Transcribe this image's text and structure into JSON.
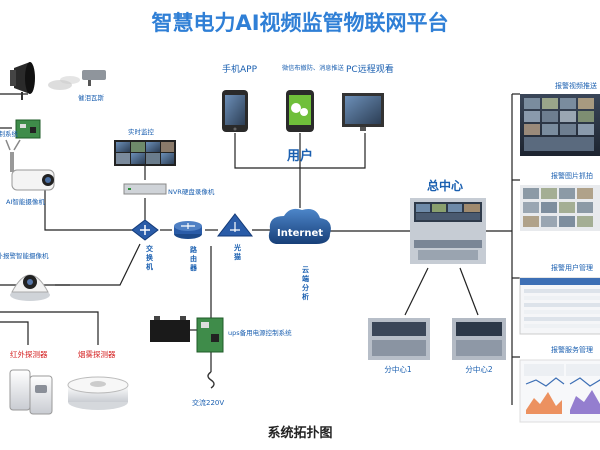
{
  "title": "智慧电力AI视频监管物联网平台",
  "caption": "系统拓扑图",
  "left_devices": {
    "alarm": "催泪瓦斯",
    "control_system": "控制系统",
    "ai_camera": "AI智能摄像机",
    "ir_camera": "红外报警智能摄像机",
    "ir_detector": "红外探测器",
    "smoke_detector": "烟雾探测器"
  },
  "network": {
    "realtime": "实时监控",
    "nvr": "NVR硬盘录像机",
    "switch": "交换机",
    "router": "路由器",
    "optical": "光猫",
    "ups": "ups备用电源控制系统",
    "ac": "交流220V",
    "cloud": "Internet",
    "cloud_label": "云端分析"
  },
  "user": {
    "label": "用户",
    "phone": "手机APP",
    "wechat": "微信布撤防、消息推送",
    "pc": "PC远程观看"
  },
  "centers": {
    "main": "总中心",
    "sub1": "分中心1",
    "sub2": "分中心2"
  },
  "right_panels": {
    "video": "报警视频推送",
    "image": "报警图片抓拍",
    "users": "报警用户管理",
    "service": "报警服务管理"
  },
  "colors": {
    "title": "#2f7fd6",
    "label_blue": "#1a5fb0",
    "label_red": "#d42020",
    "cloud": "#1f4f8f",
    "router": "#2a5ca8"
  }
}
